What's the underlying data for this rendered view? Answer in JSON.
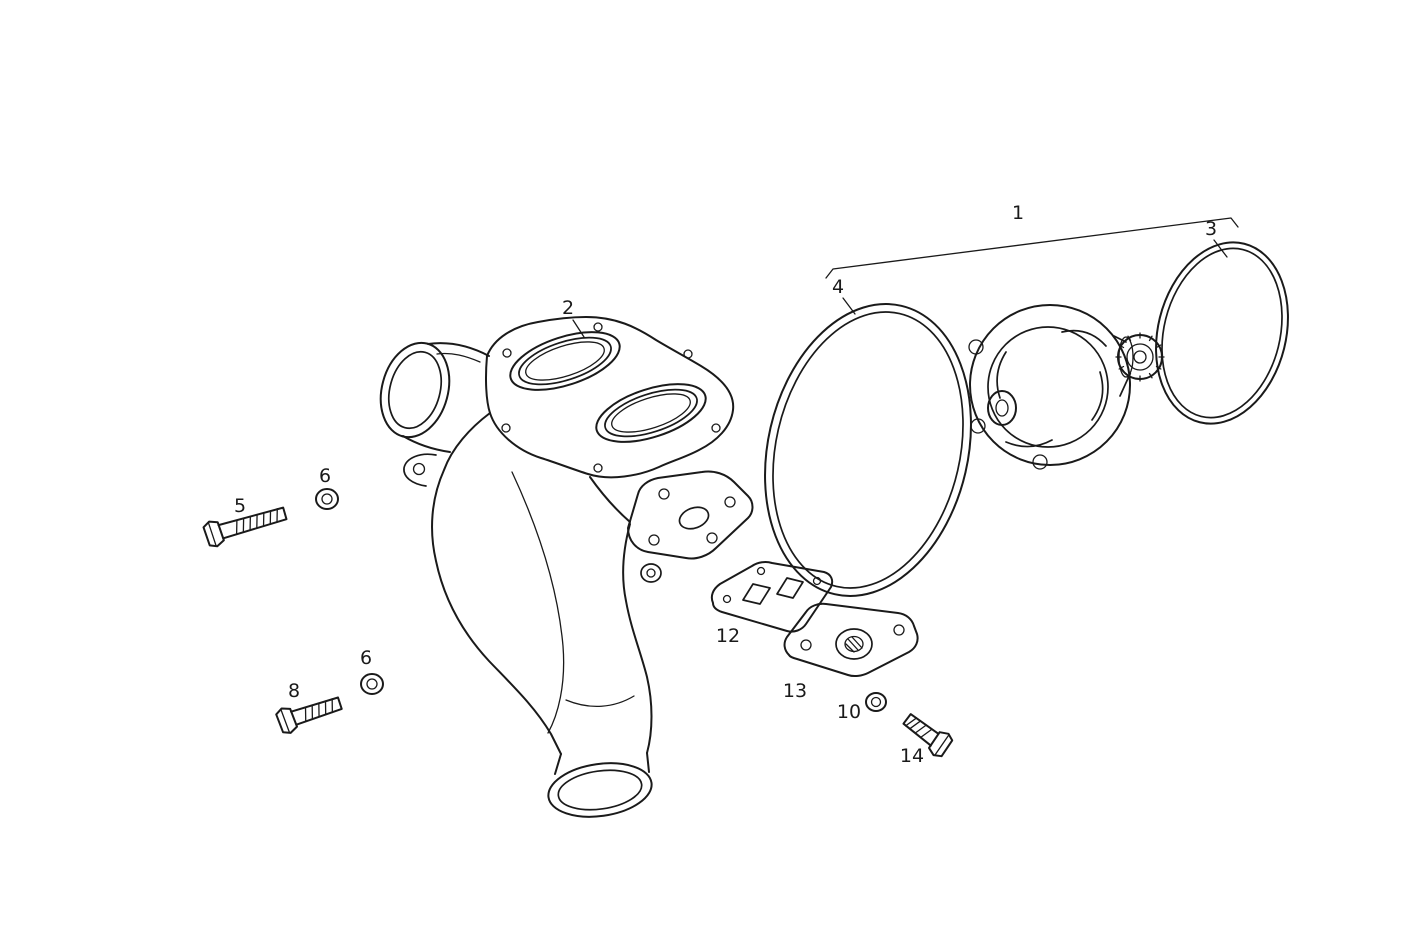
{
  "figure": {
    "type": "exploded-parts-diagram",
    "subject": "water pump assembly line drawing"
  },
  "colors": {
    "line": "#1a1a1a",
    "background": "#ffffff"
  },
  "callouts": {
    "assembly_group": "1",
    "pump_housing": "2",
    "o_ring": "3",
    "gasket_ring": "4",
    "hex_bolt_long": "5",
    "washer_upper": "6",
    "washer_lower": "6",
    "hex_bolt_mid": "8",
    "washer_small": "10",
    "flat_gasket": "12",
    "cover_plate": "13",
    "hex_bolt_small": "14"
  }
}
